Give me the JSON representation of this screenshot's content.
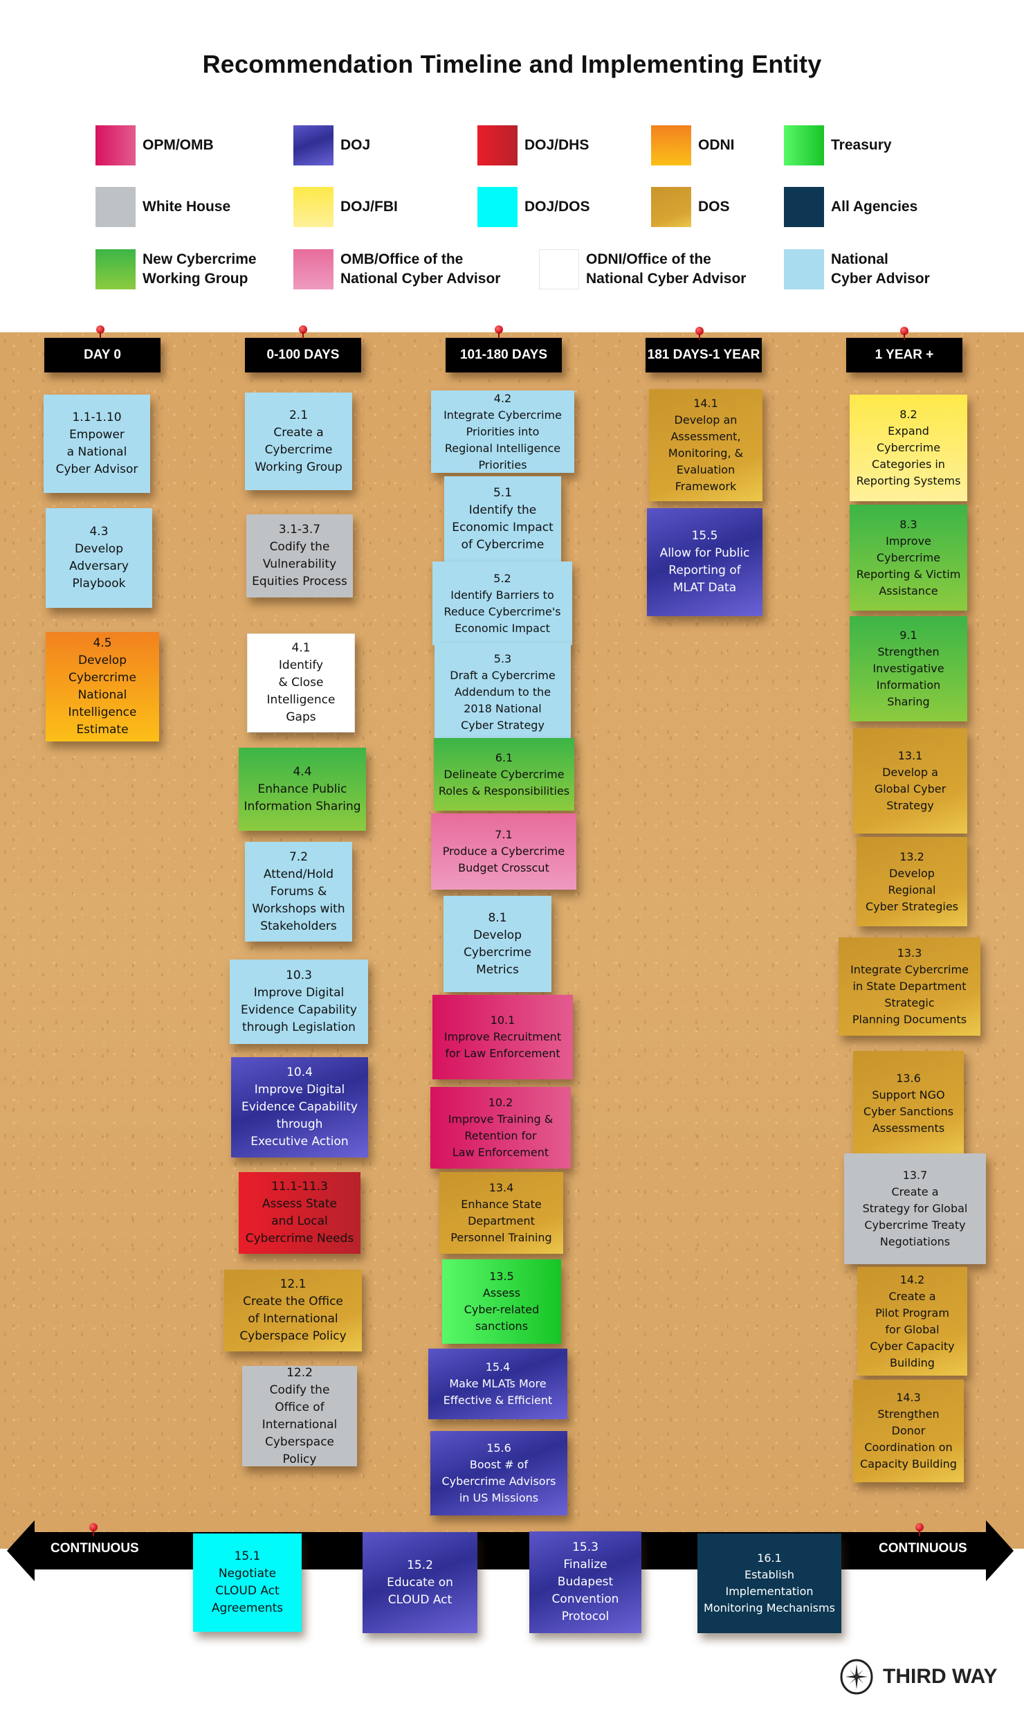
{
  "title": "Recommendation Timeline and Implementing Entity",
  "legend": [
    {
      "label": "OPM/OMB",
      "key": "opm",
      "color": "#d7125e"
    },
    {
      "label": "DOJ",
      "key": "doj",
      "color": "#3d3aa8"
    },
    {
      "label": "DOJ/DHS",
      "key": "dojdhs",
      "color": "#d61f2a"
    },
    {
      "label": "ODNI",
      "key": "odni",
      "color": "#f7a11b"
    },
    {
      "label": "Treasury",
      "key": "treasury",
      "color": "#3ee24d"
    },
    {
      "label": "White House",
      "key": "wh",
      "color": "#bfc2c5"
    },
    {
      "label": "DOJ/FBI",
      "key": "dojfbi",
      "color": "#fde64f"
    },
    {
      "label": "DOJ/DOS",
      "key": "dojdos",
      "color": "#00fbfb"
    },
    {
      "label": "DOS",
      "key": "dos",
      "color": "#cf9c2e"
    },
    {
      "label": "All Agencies",
      "key": "all",
      "color": "#0d3752"
    },
    {
      "label": "New Cybercrime\nWorking Group",
      "key": "ncwg",
      "color": "#5cbf43"
    },
    {
      "label": "OMB/Office of the\nNational Cyber Advisor",
      "key": "omb-nca",
      "color": "#e87aa6"
    },
    {
      "label": "ODNI/Office of the\nNational Cyber Advisor",
      "key": "odni-nca",
      "color": "#ffffff"
    },
    {
      "label": "National\nCyber Advisor",
      "key": "nca",
      "color": "#a9dcef"
    }
  ],
  "columns": [
    {
      "header": "DAY 0",
      "notes": [
        {
          "num": "1.1-1.10",
          "text": "Empower\na National\nCyber Advisor",
          "entity": "National Cyber Advisor"
        },
        {
          "num": "4.3",
          "text": "Develop\nAdversary\nPlaybook",
          "entity": "National Cyber Advisor"
        },
        {
          "num": "4.5",
          "text": "Develop\nCybercrime\nNational\nIntelligence\nEstimate",
          "entity": "ODNI"
        }
      ]
    },
    {
      "header": "0-100 DAYS",
      "notes": [
        {
          "num": "2.1",
          "text": "Create a\nCybercrime\nWorking Group",
          "entity": "National Cyber Advisor"
        },
        {
          "num": "3.1-3.7",
          "text": "Codify the\nVulnerability\nEquities Process",
          "entity": "White House"
        },
        {
          "num": "4.1",
          "text": "Identify\n& Close\nIntelligence\nGaps",
          "entity": "ODNI/Office of the National Cyber Advisor"
        },
        {
          "num": "4.4",
          "text": "Enhance Public\nInformation Sharing",
          "entity": "New Cybercrime Working Group"
        },
        {
          "num": "7.2",
          "text": "Attend/Hold\nForums &\nWorkshops with\nStakeholders",
          "entity": "National Cyber Advisor"
        },
        {
          "num": "10.3",
          "text": "Improve Digital\nEvidence Capability\nthrough Legislation",
          "entity": "National Cyber Advisor"
        },
        {
          "num": "10.4",
          "text": "Improve Digital\nEvidence Capability\nthrough\nExecutive Action",
          "entity": "DOJ"
        },
        {
          "num": "11.1-11.3",
          "text": "Assess State\nand Local\nCybercrime Needs",
          "entity": "DOJ/DHS"
        },
        {
          "num": "12.1",
          "text": "Create the Office\nof International\nCyberspace Policy",
          "entity": "DOS"
        },
        {
          "num": "12.2",
          "text": "Codify the\nOffice of\nInternational\nCyberspace Policy",
          "entity": "White House"
        }
      ]
    },
    {
      "header": "101-180 DAYS",
      "notes": [
        {
          "num": "4.2",
          "text": "Integrate Cybercrime\nPriorities into\nRegional Intelligence\nPriorities",
          "entity": "National Cyber Advisor"
        },
        {
          "num": "5.1",
          "text": "Identify the\nEconomic Impact\nof Cybercrime",
          "entity": "National Cyber Advisor"
        },
        {
          "num": "5.2",
          "text": "Identify Barriers to\nReduce Cybercrime's\nEconomic Impact",
          "entity": "National Cyber Advisor"
        },
        {
          "num": "5.3",
          "text": "Draft a Cybercrime\nAddendum to the\n2018 National\nCyber Strategy",
          "entity": "National Cyber Advisor"
        },
        {
          "num": "6.1",
          "text": "Delineate Cybercrime\nRoles & Responsibilities",
          "entity": "New Cybercrime Working Group"
        },
        {
          "num": "7.1",
          "text": "Produce a Cybercrime\nBudget Crosscut",
          "entity": "OMB/Office of the National Cyber Advisor"
        },
        {
          "num": "8.1",
          "text": "Develop\nCybercrime\nMetrics",
          "entity": "National Cyber Advisor"
        },
        {
          "num": "10.1",
          "text": "Improve Recruitment\nfor Law Enforcement",
          "entity": "OPM/OMB"
        },
        {
          "num": "10.2",
          "text": "Improve Training &\nRetention for\nLaw Enforcement",
          "entity": "OPM/OMB"
        },
        {
          "num": "13.4",
          "text": "Enhance State\nDepartment\nPersonnel Training",
          "entity": "DOS"
        },
        {
          "num": "13.5",
          "text": "Assess\nCyber-related\nsanctions",
          "entity": "Treasury"
        },
        {
          "num": "15.4",
          "text": "Make MLATs More\nEffective & Efficient",
          "entity": "DOJ"
        },
        {
          "num": "15.6",
          "text": "Boost # of\nCybercrime Advisors\nin US Missions",
          "entity": "DOJ"
        }
      ]
    },
    {
      "header": "181 DAYS-1 YEAR",
      "notes": [
        {
          "num": "14.1",
          "text": "Develop an\nAssessment,\nMonitoring, &\nEvaluation\nFramework",
          "entity": "DOS"
        },
        {
          "num": "15.5",
          "text": "Allow for Public\nReporting of\nMLAT Data",
          "entity": "DOJ"
        }
      ]
    },
    {
      "header": "1 YEAR +",
      "notes": [
        {
          "num": "8.2",
          "text": "Expand\nCybercrime\nCategories in\nReporting Systems",
          "entity": "DOJ/FBI"
        },
        {
          "num": "8.3",
          "text": "Improve\nCybercrime\nReporting & Victim\nAssistance",
          "entity": "New Cybercrime Working Group"
        },
        {
          "num": "9.1",
          "text": "Strengthen\nInvestigative\nInformation\nSharing",
          "entity": "New Cybercrime Working Group"
        },
        {
          "num": "13.1",
          "text": "Develop a\nGlobal Cyber\nStrategy",
          "entity": "DOS"
        },
        {
          "num": "13.2",
          "text": "Develop\nRegional\nCyber Strategies",
          "entity": "DOS"
        },
        {
          "num": "13.3",
          "text": "Integrate Cybercrime\nin State Department\nStrategic\nPlanning Documents",
          "entity": "DOS"
        },
        {
          "num": "13.6",
          "text": "Support NGO\nCyber Sanctions\nAssessments",
          "entity": "DOS"
        },
        {
          "num": "13.7",
          "text": "Create a\nStrategy for Global\nCybercrime Treaty\nNegotiations",
          "entity": "White House"
        },
        {
          "num": "14.2",
          "text": "Create a\nPilot Program\nfor Global\nCyber Capacity\nBuilding",
          "entity": "DOS"
        },
        {
          "num": "14.3",
          "text": "Strengthen\nDonor\nCoordination on\nCapacity Building",
          "entity": "DOS"
        }
      ]
    }
  ],
  "continuous": {
    "left_label": "CONTINUOUS",
    "right_label": "CONTINUOUS",
    "notes": [
      {
        "num": "15.1",
        "text": "Negotiate\nCLOUD Act\nAgreements",
        "entity": "DOJ/DOS"
      },
      {
        "num": "15.2",
        "text": "Educate on\nCLOUD Act",
        "entity": "DOJ"
      },
      {
        "num": "15.3",
        "text": "Finalize\nBudapest\nConvention\nProtocol",
        "entity": "DOJ"
      },
      {
        "num": "16.1",
        "text": "Establish\nImplementation\nMonitoring Mechanisms",
        "entity": "All Agencies"
      }
    ]
  },
  "footer": {
    "logo_text": "THIRD WAY",
    "logo_icon": "compass-star-icon"
  }
}
